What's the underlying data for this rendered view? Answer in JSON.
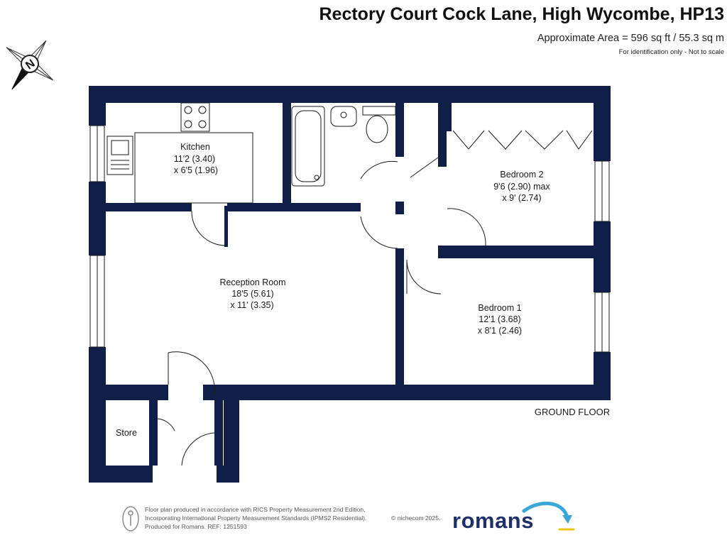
{
  "header": {
    "title": "Rectory Court Cock Lane, High Wycombe, HP13",
    "area": "Approximate Area = 596 sq ft / 55.3 sq m",
    "disclaimer": "For identification only - Not to scale"
  },
  "compass": {
    "letter": "N",
    "icon": "compass-rose-icon"
  },
  "rooms": {
    "kitchen": {
      "name": "Kitchen",
      "dim1": "11'2 (3.40)",
      "dim2": "x 6'5 (1.96)"
    },
    "reception": {
      "name": "Reception Room",
      "dim1": "18'5 (5.61)",
      "dim2": "x 11' (3.35)"
    },
    "bedroom2": {
      "name": "Bedroom 2",
      "dim1": "9'6 (2.90) max",
      "dim2": "x 9' (2.74)"
    },
    "bedroom1": {
      "name": "Bedroom 1",
      "dim1": "12'1 (3.68)",
      "dim2": "x 8'1 (2.46)"
    },
    "store": {
      "name": "Store"
    }
  },
  "floor_label": "GROUND FLOOR",
  "footer": {
    "line1": "Floor plan produced in accordance with RICS Property Measurement 2nd Edition,",
    "line2": "Incorporating International Property Measurement Standards (IPMS2 Residential).",
    "line3": "Produced for Romans.   REF:  1251593",
    "copyright": "© nichecom 2025.",
    "brand": "romans",
    "brand_color": "#1f2f6b",
    "swoosh_color": "#3aa7d9"
  },
  "colors": {
    "wall": "#0f1f48",
    "line": "#1a1a1a"
  }
}
